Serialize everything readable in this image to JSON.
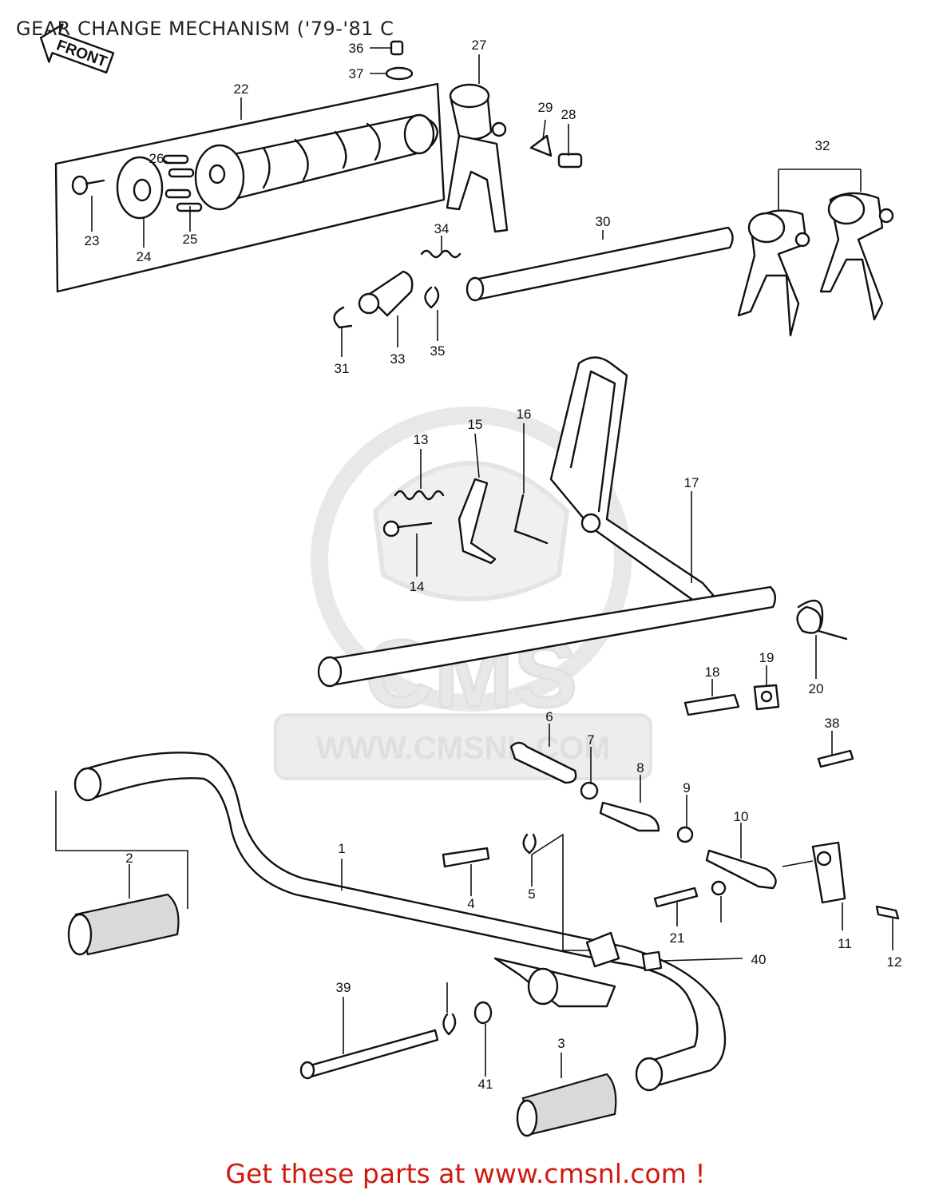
{
  "header": {
    "title": "GEAR CHANGE MECHANISM ('79-'81 C"
  },
  "direction_arrow": {
    "label": "FRONT"
  },
  "watermark": {
    "text": "CMS",
    "url": "WWW.CMSNL.COM"
  },
  "callouts": [
    "1",
    "2",
    "3",
    "4",
    "5",
    "6",
    "7",
    "8",
    "9",
    "10",
    "11",
    "12",
    "13",
    "14",
    "15",
    "16",
    "17",
    "18",
    "19",
    "20",
    "21",
    "22",
    "23",
    "24",
    "25",
    "26",
    "27",
    "28",
    "29",
    "30",
    "31",
    "32",
    "33",
    "34",
    "35",
    "36",
    "37",
    "38",
    "39",
    "40",
    "41"
  ],
  "footer": {
    "text": "Get these parts at www.cmsnl.com !"
  },
  "colors": {
    "ink": "#111111",
    "footer_text": "#d0190f",
    "watermark": "#e4e4e4",
    "background": "#ffffff"
  }
}
